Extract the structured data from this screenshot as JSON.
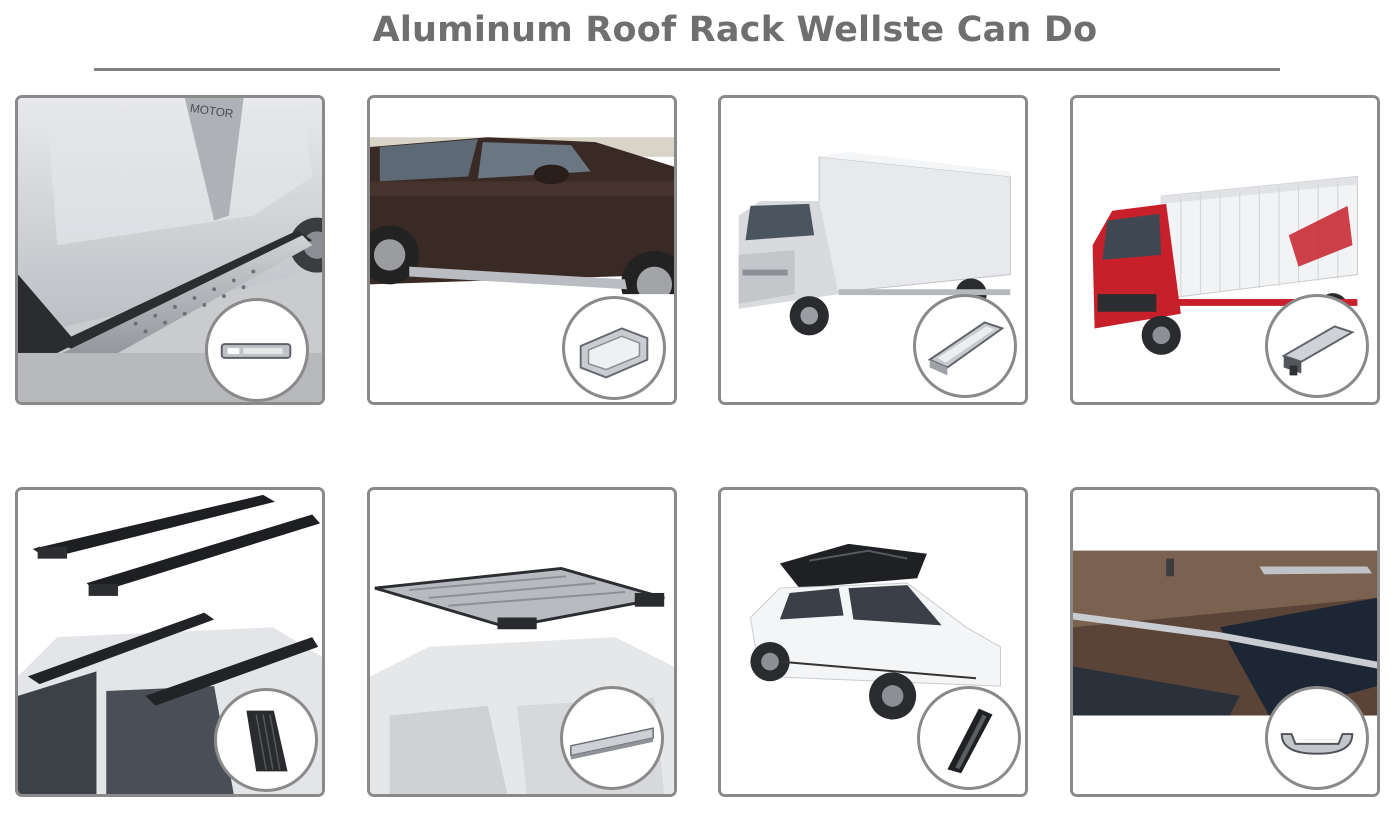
{
  "page": {
    "title": "Aluminum Roof Rack Wellste Can Do"
  },
  "cards": [
    {
      "scene": "running-board-suv-photo",
      "profile": "flat-profile-icon"
    },
    {
      "scene": "brown-suv-side-step-photo",
      "profile": "hollow-step-profile-icon"
    },
    {
      "scene": "white-box-truck-photo",
      "profile": "rail-profile-icon"
    },
    {
      "scene": "red-box-truck-photo",
      "profile": "channel-profile-icon"
    },
    {
      "scene": "crossbar-roof-rack-photo",
      "profile": "black-ribbed-profile-icon"
    },
    {
      "scene": "roof-basket-rack-photo",
      "profile": "flat-bar-profile-icon"
    },
    {
      "scene": "roof-box-white-suv-photo",
      "profile": "black-rail-profile-icon"
    },
    {
      "scene": "roof-rail-closeup-photo",
      "profile": "c-section-profile-icon"
    }
  ],
  "colors": {
    "title": "#6f6f6f",
    "border": "#8a8a8a",
    "truck_red": "#c8202a"
  }
}
